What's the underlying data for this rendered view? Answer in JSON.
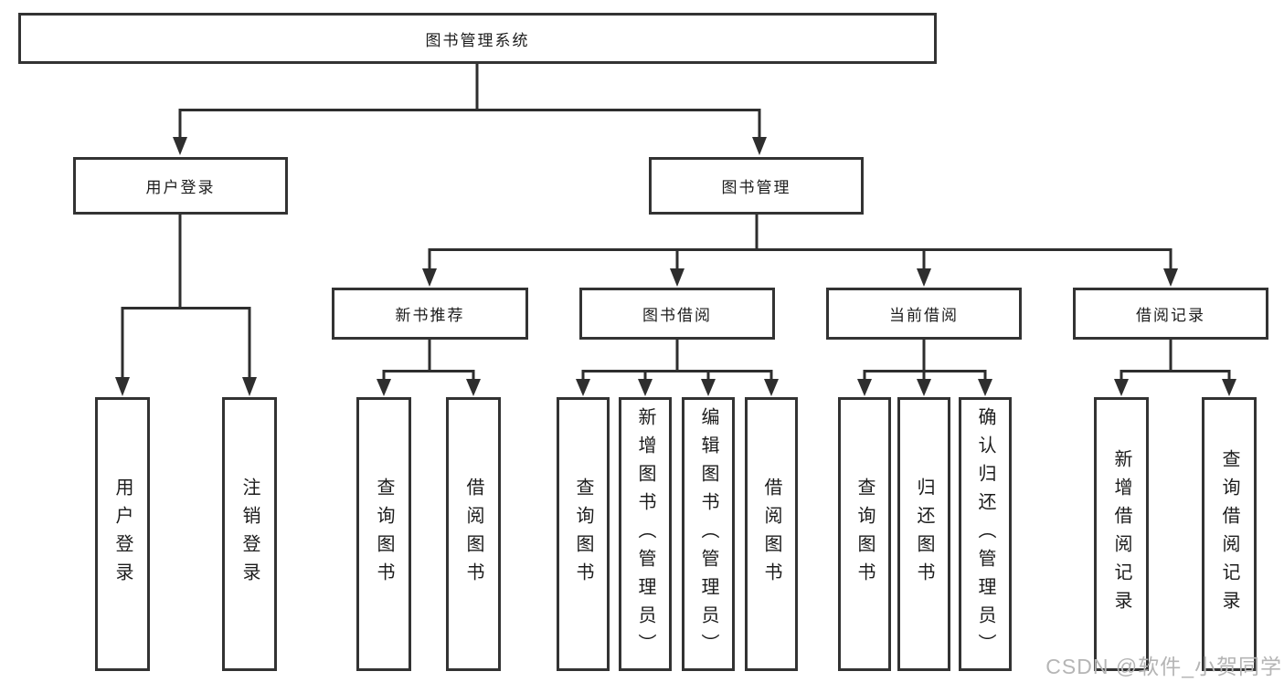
{
  "diagram": {
    "root": {
      "label": "图书管理系统"
    },
    "level2": {
      "user_login": {
        "label": "用户登录"
      },
      "book_mgmt": {
        "label": "图书管理"
      }
    },
    "level3": {
      "new_book": {
        "label": "新书推荐"
      },
      "borrow": {
        "label": "图书借阅"
      },
      "current": {
        "label": "当前借阅"
      },
      "records": {
        "label": "借阅记录"
      }
    },
    "leaves": {
      "user_login_1": {
        "label": "用户登录"
      },
      "user_login_2": {
        "label": "注销登录"
      },
      "new_book_1": {
        "label": "查询图书"
      },
      "new_book_2": {
        "label": "借阅图书"
      },
      "borrow_1": {
        "label": "查询图书"
      },
      "borrow_2": {
        "label": "新增图书（管理员）"
      },
      "borrow_3": {
        "label": "编辑图书（管理员）"
      },
      "borrow_4": {
        "label": "借阅图书"
      },
      "current_1": {
        "label": "查询图书"
      },
      "current_2": {
        "label": "归还图书"
      },
      "current_3": {
        "label": "确认归还（管理员）"
      },
      "records_1": {
        "label": "新增借阅记录"
      },
      "records_2": {
        "label": "查询借阅记录"
      }
    }
  },
  "watermark": {
    "text": "CSDN @软件_小贺同学"
  },
  "colors": {
    "line": "#2e2e2e",
    "box_border": "#333333",
    "text": "#1c1c1c",
    "watermark": "#b5b5b5",
    "background": "#ffffff"
  }
}
